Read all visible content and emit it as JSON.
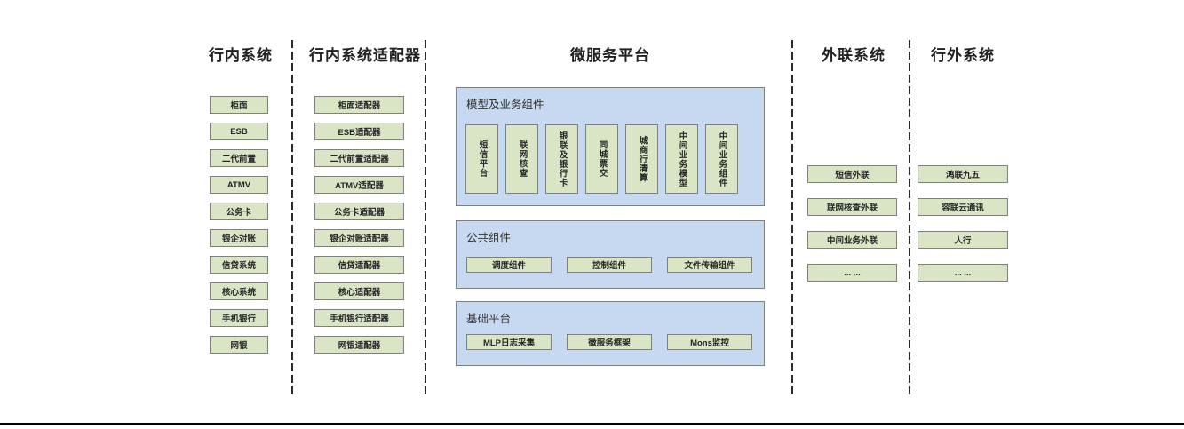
{
  "diagram": {
    "columns": {
      "internal": {
        "title": "行内系统",
        "items": [
          "柜面",
          "ESB",
          "二代前置",
          "ATMV",
          "公务卡",
          "银企对账",
          "信贷系统",
          "核心系统",
          "手机银行",
          "网银"
        ]
      },
      "adapters": {
        "title": "行内系统适配器",
        "items": [
          "柜面适配器",
          "ESB适配器",
          "二代前置适配器",
          "ATMV适配器",
          "公务卡适配器",
          "银企对账适配器",
          "信贷适配器",
          "核心适配器",
          "手机银行适配器",
          "网银适配器"
        ]
      },
      "platform": {
        "title": "微服务平台",
        "panels": [
          {
            "title": "模型及业务组件",
            "items": [
              "短信平台",
              "联网核查",
              "银联及银行卡",
              "同城票交",
              "城商行清算",
              "中间业务模型",
              "中间业务组件"
            ]
          },
          {
            "title": "公共组件",
            "items": [
              "调度组件",
              "控制组件",
              "文件传输组件"
            ]
          },
          {
            "title": "基础平台",
            "items": [
              "MLP日志采集",
              "微服务框架",
              "Mons监控"
            ]
          }
        ]
      },
      "outreach": {
        "title": "外联系统",
        "items": [
          "短信外联",
          "联网核查外联",
          "中间业务外联",
          "... ..."
        ]
      },
      "external": {
        "title": "行外系统",
        "items": [
          "鸿联九五",
          "容联云通讯",
          "人行",
          "... ..."
        ]
      }
    },
    "colors": {
      "box_fill": "#d9e5c5",
      "box_border": "#7f7f7f",
      "panel_fill": "#c6d9f0",
      "panel_border": "#7f7f7f",
      "separator": "#2b2b2b",
      "bottom_rule": "#000000"
    }
  }
}
